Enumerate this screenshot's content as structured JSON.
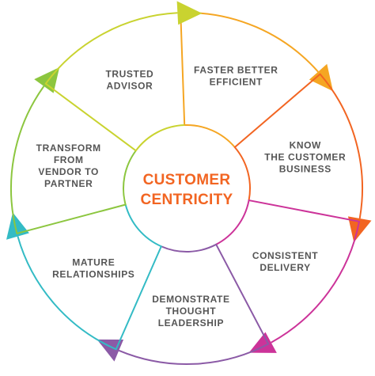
{
  "center": {
    "line1": "CUSTOMER",
    "line2": "CENTRICITY",
    "color": "#F26522"
  },
  "segments": [
    {
      "lines": [
        "FASTER BETTER",
        "EFFICIENT"
      ],
      "color": "#F5A623"
    },
    {
      "lines": [
        "KNOW",
        "THE CUSTOMER",
        "BUSINESS"
      ],
      "color": "#F26522"
    },
    {
      "lines": [
        "CONSISTENT",
        "DELIVERY"
      ],
      "color": "#CC3399"
    },
    {
      "lines": [
        "DEMONSTRATE",
        "THOUGHT",
        "LEADERSHIP"
      ],
      "color": "#8B5AA6"
    },
    {
      "lines": [
        "MATURE",
        "RELATIONSHIPS"
      ],
      "color": "#33BBC5"
    },
    {
      "lines": [
        "TRANSFORM",
        "FROM",
        "VENDOR TO",
        "PARTNER"
      ],
      "color": "#8CC63F"
    },
    {
      "lines": [
        "TRUSTED",
        "ADVISOR"
      ],
      "color": "#C9D330"
    }
  ]
}
